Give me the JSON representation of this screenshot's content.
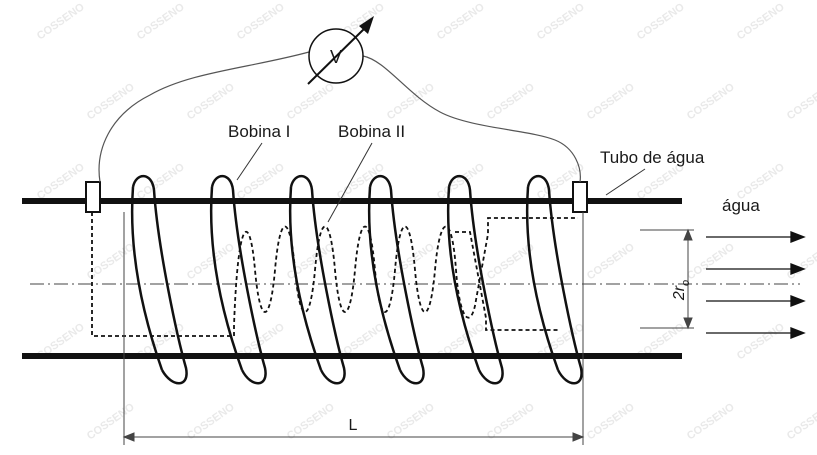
{
  "labels": {
    "voltmeter": "V",
    "coil_one": "Bobina I",
    "coil_two": "Bobina II",
    "pipe": "Tubo de água",
    "water": "água",
    "diameter_main": "2r",
    "diameter_sub": "o",
    "length": "L"
  },
  "watermark": {
    "text": "COSSENO"
  },
  "colors": {
    "line": "#111111",
    "thin": "#555555",
    "watermark": "#d8d8d8"
  }
}
